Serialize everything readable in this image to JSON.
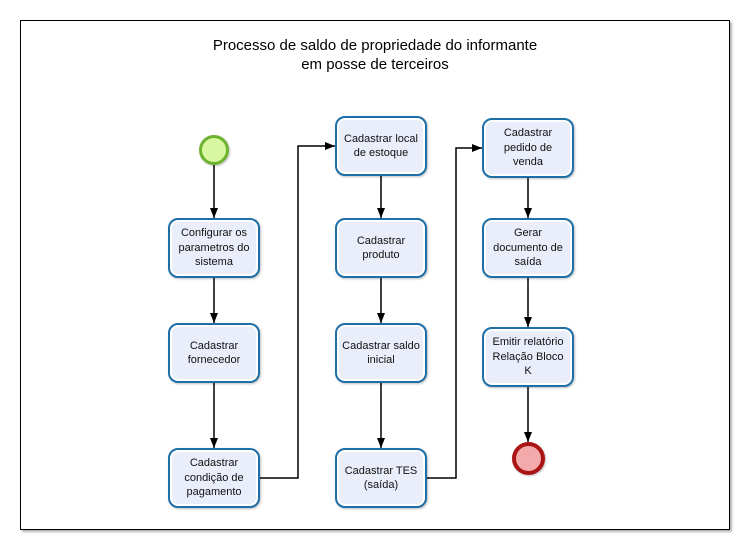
{
  "title": {
    "line1": "Processo de saldo de propriedade do informante",
    "line2": "em posse de terceiros"
  },
  "colors": {
    "task_fill": "#E9EEFA",
    "task_border": "#1E6FA8",
    "task_inner_stroke": "#FFFFFF",
    "start_event_fill": "#D7F7A0",
    "start_event_border": "#6CB32E",
    "end_event_fill": "#F2AAAA",
    "end_event_border": "#AA1414",
    "connector_color": "#000000",
    "frame_border": "#000000"
  },
  "nodes": [
    {
      "id": "start-event",
      "type": "start",
      "label": ""
    },
    {
      "id": "task-configurar-parametros",
      "type": "task",
      "label": "Configurar os\nparametros do\nsistema"
    },
    {
      "id": "task-cadastrar-fornecedor",
      "type": "task",
      "label": "Cadastrar\nfornecedor"
    },
    {
      "id": "task-cadastrar-condicao-pagamento",
      "type": "task",
      "label": "Cadastrar\ncondição de\npagamento"
    },
    {
      "id": "task-cadastrar-local-estoque",
      "type": "task",
      "label": "Cadastrar local\nde estoque"
    },
    {
      "id": "task-cadastrar-produto",
      "type": "task",
      "label": "Cadastrar\nproduto"
    },
    {
      "id": "task-cadastrar-saldo-inicial",
      "type": "task",
      "label": "Cadastrar saldo\ninicial"
    },
    {
      "id": "task-cadastrar-tes-saida",
      "type": "task",
      "label": "Cadastrar TES\n(saída)"
    },
    {
      "id": "task-cadastrar-pedido-venda",
      "type": "task",
      "label": "Cadastrar\npedido de\nvenda"
    },
    {
      "id": "task-gerar-documento-saida",
      "type": "task",
      "label": "Gerar\ndocumento de\nsaída"
    },
    {
      "id": "task-emitir-relatorio-bloco-k",
      "type": "task",
      "label": "Emitir relatório\nRelação Bloco\nK"
    },
    {
      "id": "end-event",
      "type": "end",
      "label": ""
    }
  ]
}
